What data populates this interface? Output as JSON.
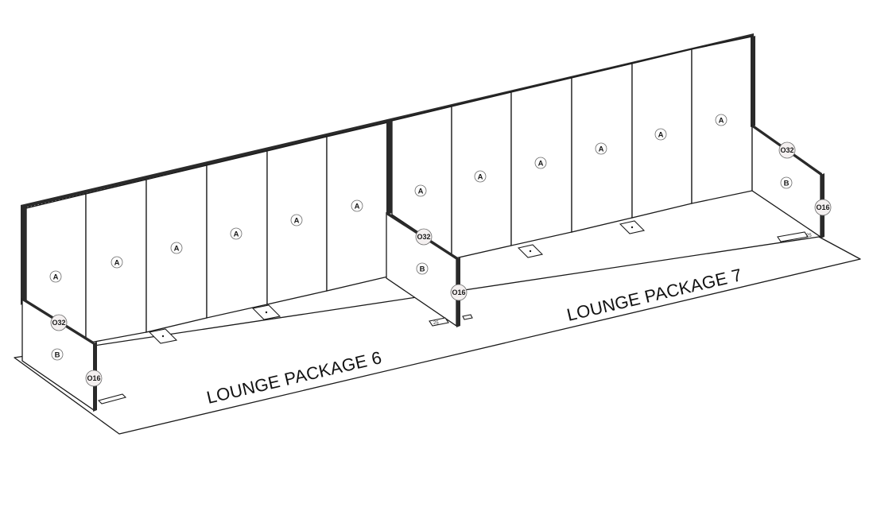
{
  "packages": [
    {
      "id": "pkg6",
      "label": "LOUNGE PACKAGE 6"
    },
    {
      "id": "pkg7",
      "label": "LOUNGE PACKAGE 7"
    }
  ],
  "panel_codes": {
    "a": "A",
    "b": "B",
    "o32": "O32",
    "o16": "O16"
  },
  "foot_marks": {
    "pkg7_left": "25",
    "pkg7_right": "25"
  },
  "colors": {
    "line": "#1a1a1a",
    "frame": "#2a2a2a",
    "badge_outline": "#6a6a6a",
    "background": "#ffffff"
  }
}
